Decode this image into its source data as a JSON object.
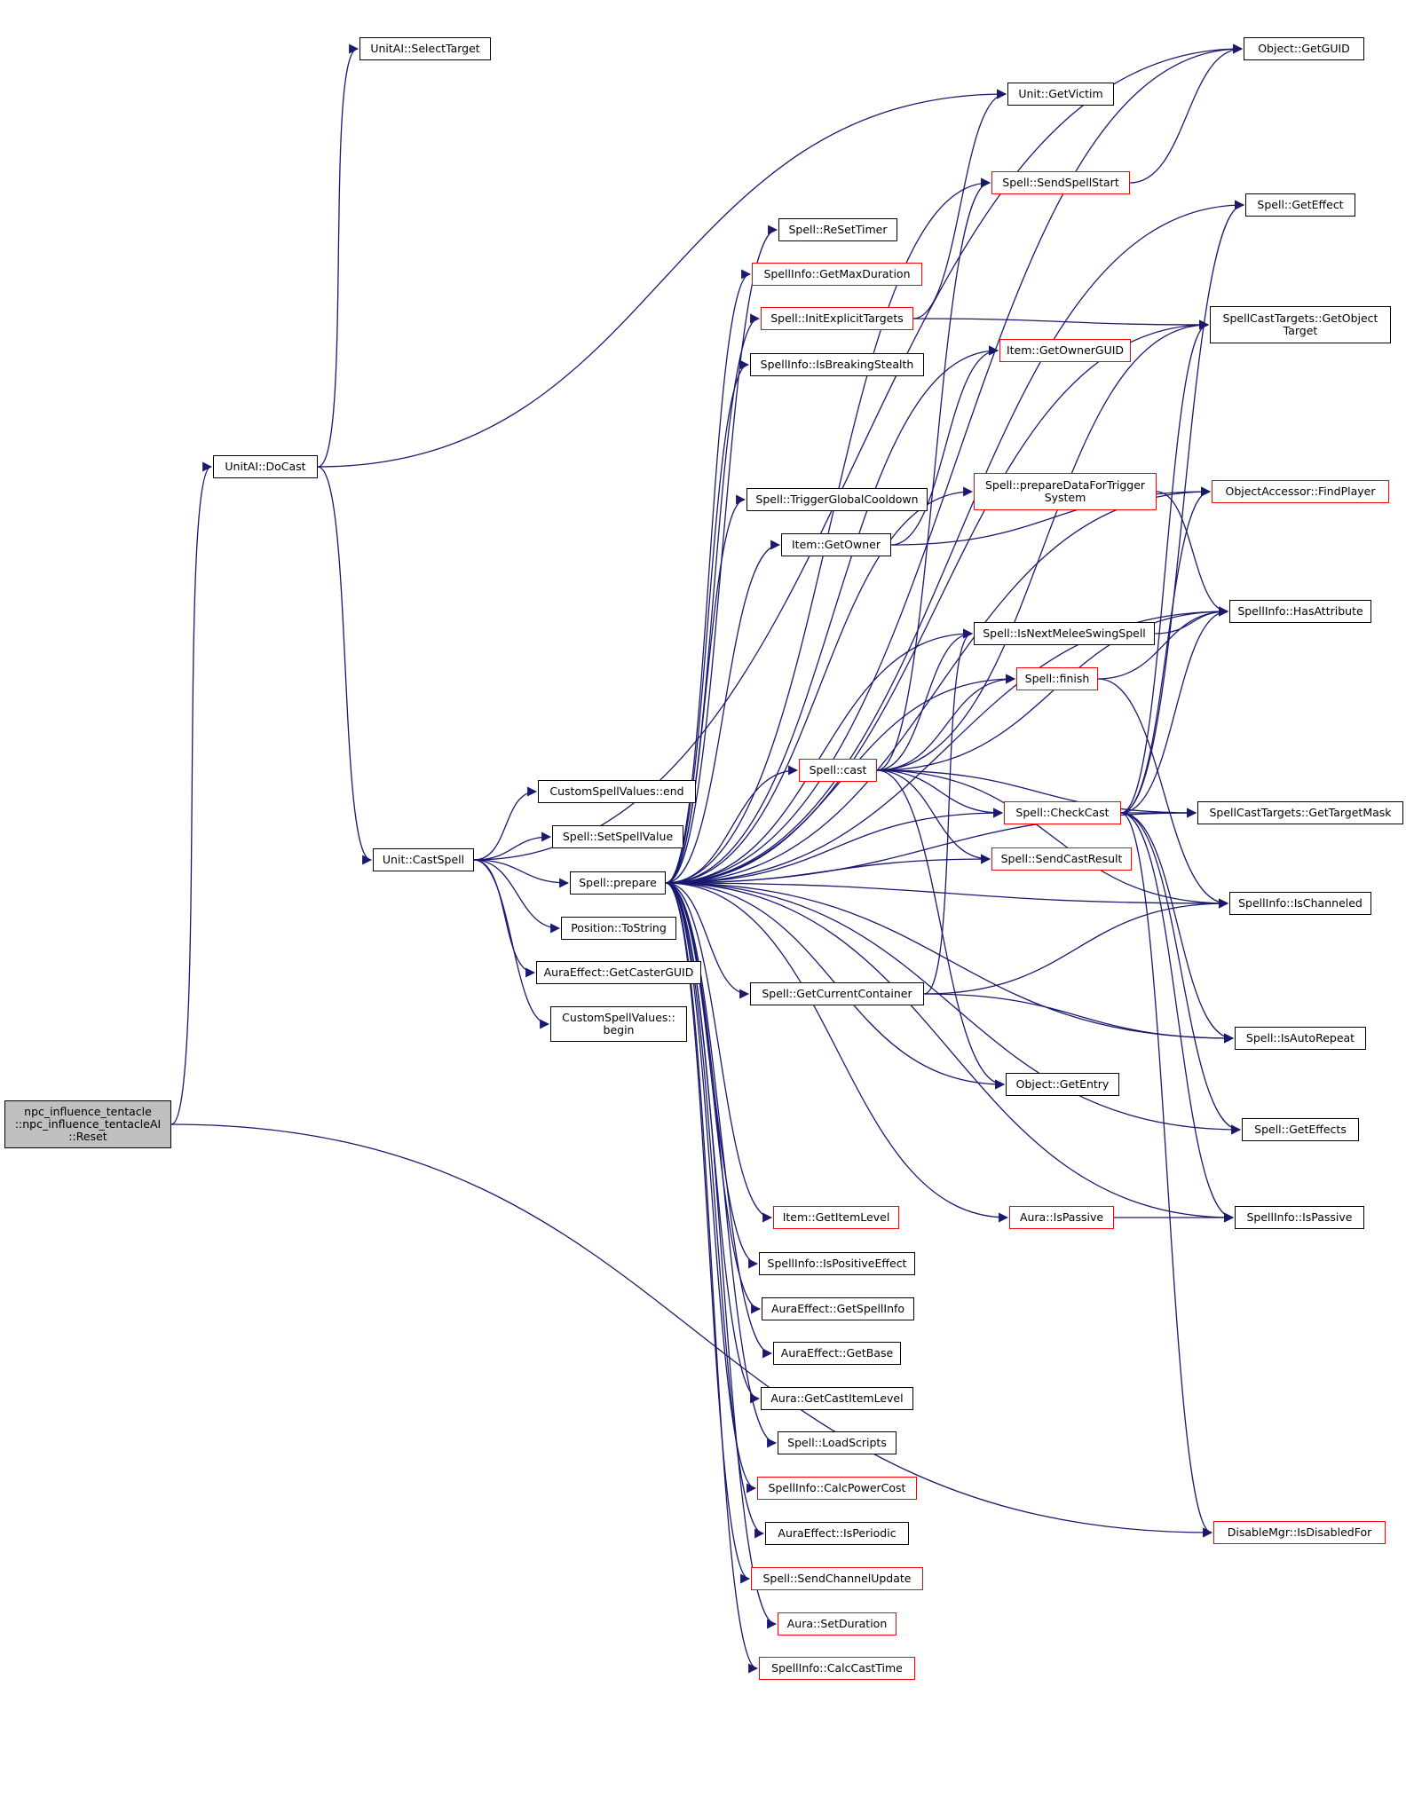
{
  "graph": {
    "colors": {
      "edge": "#191970",
      "node_border": "#000000",
      "node_border_highlight": "#ff0000",
      "root_fill": "#bfbfbf"
    },
    "nodes": [
      {
        "id": "root",
        "label": "npc_influence_tentacle\n::npc_influence_tentacleAI\n::Reset",
        "style": "root"
      },
      {
        "id": "selecttarget",
        "label": "UnitAI::SelectTarget",
        "style": "normal"
      },
      {
        "id": "docast",
        "label": "UnitAI::DoCast",
        "style": "normal"
      },
      {
        "id": "castspell",
        "label": "Unit::CastSpell",
        "style": "normal"
      },
      {
        "id": "csv_end",
        "label": "CustomSpellValues::end",
        "style": "normal"
      },
      {
        "id": "setspellvalue",
        "label": "Spell::SetSpellValue",
        "style": "normal"
      },
      {
        "id": "prepare",
        "label": "Spell::prepare",
        "style": "normal"
      },
      {
        "id": "tostring",
        "label": "Position::ToString",
        "style": "normal"
      },
      {
        "id": "getcasterguid",
        "label": "AuraEffect::GetCasterGUID",
        "style": "normal"
      },
      {
        "id": "csv_begin",
        "label": "CustomSpellValues::\nbegin",
        "style": "normal"
      },
      {
        "id": "resettimer",
        "label": "Spell::ReSetTimer",
        "style": "normal"
      },
      {
        "id": "getmaxduration",
        "label": "SpellInfo::GetMaxDuration",
        "style": "red"
      },
      {
        "id": "initexplicit",
        "label": "Spell::InitExplicitTargets",
        "style": "red"
      },
      {
        "id": "isbreakingstealth",
        "label": "SpellInfo::IsBreakingStealth",
        "style": "normal"
      },
      {
        "id": "triggergcd",
        "label": "Spell::TriggerGlobalCooldown",
        "style": "normal"
      },
      {
        "id": "item_getowner",
        "label": "Item::GetOwner",
        "style": "normal"
      },
      {
        "id": "spellcast",
        "label": "Spell::cast",
        "style": "red"
      },
      {
        "id": "getcurrentcontainer",
        "label": "Spell::GetCurrentContainer",
        "style": "normal"
      },
      {
        "id": "getitemlevel",
        "label": "Item::GetItemLevel",
        "style": "red"
      },
      {
        "id": "ispositiveeffect",
        "label": "SpellInfo::IsPositiveEffect",
        "style": "normal"
      },
      {
        "id": "getspellinfo",
        "label": "AuraEffect::GetSpellInfo",
        "style": "normal"
      },
      {
        "id": "getbase",
        "label": "AuraEffect::GetBase",
        "style": "normal"
      },
      {
        "id": "getcastitemlevel",
        "label": "Aura::GetCastItemLevel",
        "style": "normal"
      },
      {
        "id": "loadscripts",
        "label": "Spell::LoadScripts",
        "style": "normal"
      },
      {
        "id": "calcpowercost",
        "label": "SpellInfo::CalcPowerCost",
        "style": "red"
      },
      {
        "id": "isperiodic",
        "label": "AuraEffect::IsPeriodic",
        "style": "normal"
      },
      {
        "id": "sendchannelupdate",
        "label": "Spell::SendChannelUpdate",
        "style": "red"
      },
      {
        "id": "setduration",
        "label": "Aura::SetDuration",
        "style": "red"
      },
      {
        "id": "calccasttime",
        "label": "SpellInfo::CalcCastTime",
        "style": "red"
      },
      {
        "id": "unit_getvictim",
        "label": "Unit::GetVictim",
        "style": "normal"
      },
      {
        "id": "sendspellstart",
        "label": "Spell::SendSpellStart",
        "style": "red"
      },
      {
        "id": "item_getownerguid",
        "label": "Item::GetOwnerGUID",
        "style": "red"
      },
      {
        "id": "preparedatafortrigger",
        "label": "Spell::prepareDataForTrigger\nSystem",
        "style": "red"
      },
      {
        "id": "isnextmeleeswing",
        "label": "Spell::IsNextMeleeSwingSpell",
        "style": "normal"
      },
      {
        "id": "finish",
        "label": "Spell::finish",
        "style": "red"
      },
      {
        "id": "checkcast",
        "label": "Spell::CheckCast",
        "style": "red"
      },
      {
        "id": "sendcastresult",
        "label": "Spell::SendCastResult",
        "style": "red"
      },
      {
        "id": "getentry",
        "label": "Object::GetEntry",
        "style": "normal"
      },
      {
        "id": "aura_ispassive",
        "label": "Aura::IsPassive",
        "style": "red"
      },
      {
        "id": "getguid",
        "label": "Object::GetGUID",
        "style": "normal"
      },
      {
        "id": "geteffect",
        "label": "Spell::GetEffect",
        "style": "normal"
      },
      {
        "id": "getobjecttarget",
        "label": "SpellCastTargets::GetObject\nTarget",
        "style": "normal"
      },
      {
        "id": "findplayer",
        "label": "ObjectAccessor::FindPlayer",
        "style": "red"
      },
      {
        "id": "hasattribute",
        "label": "SpellInfo::HasAttribute",
        "style": "normal"
      },
      {
        "id": "gettargetmask",
        "label": "SpellCastTargets::GetTargetMask",
        "style": "normal"
      },
      {
        "id": "ischanneled",
        "label": "SpellInfo::IsChanneled",
        "style": "normal"
      },
      {
        "id": "isautorepeat",
        "label": "Spell::IsAutoRepeat",
        "style": "normal"
      },
      {
        "id": "geteffects",
        "label": "Spell::GetEffects",
        "style": "normal"
      },
      {
        "id": "spellinfo_ispassive",
        "label": "SpellInfo::IsPassive",
        "style": "normal"
      },
      {
        "id": "isdisabledfor",
        "label": "DisableMgr::IsDisabledFor",
        "style": "red"
      }
    ],
    "edges": [
      [
        "root",
        "docast"
      ],
      [
        "root",
        "isdisabledfor"
      ],
      [
        "docast",
        "selecttarget"
      ],
      [
        "docast",
        "unit_getvictim"
      ],
      [
        "docast",
        "castspell"
      ],
      [
        "castspell",
        "getguid"
      ],
      [
        "castspell",
        "csv_end"
      ],
      [
        "castspell",
        "setspellvalue"
      ],
      [
        "castspell",
        "prepare"
      ],
      [
        "castspell",
        "tostring"
      ],
      [
        "castspell",
        "getcasterguid"
      ],
      [
        "castspell",
        "csv_begin"
      ],
      [
        "prepare",
        "getguid"
      ],
      [
        "prepare",
        "sendspellstart"
      ],
      [
        "prepare",
        "geteffect"
      ],
      [
        "prepare",
        "resettimer"
      ],
      [
        "prepare",
        "getmaxduration"
      ],
      [
        "prepare",
        "initexplicit"
      ],
      [
        "prepare",
        "getobjecttarget"
      ],
      [
        "prepare",
        "item_getownerguid"
      ],
      [
        "prepare",
        "isbreakingstealth"
      ],
      [
        "prepare",
        "findplayer"
      ],
      [
        "prepare",
        "triggergcd"
      ],
      [
        "prepare",
        "item_getowner"
      ],
      [
        "prepare",
        "preparedatafortrigger"
      ],
      [
        "prepare",
        "hasattribute"
      ],
      [
        "prepare",
        "isnextmeleeswing"
      ],
      [
        "prepare",
        "finish"
      ],
      [
        "prepare",
        "spellcast"
      ],
      [
        "prepare",
        "checkcast"
      ],
      [
        "prepare",
        "sendcastresult"
      ],
      [
        "prepare",
        "gettargetmask"
      ],
      [
        "prepare",
        "ischanneled"
      ],
      [
        "prepare",
        "getcurrentcontainer"
      ],
      [
        "prepare",
        "getentry"
      ],
      [
        "prepare",
        "isautorepeat"
      ],
      [
        "prepare",
        "geteffects"
      ],
      [
        "prepare",
        "aura_ispassive"
      ],
      [
        "prepare",
        "getitemlevel"
      ],
      [
        "prepare",
        "ispositiveeffect"
      ],
      [
        "prepare",
        "getspellinfo"
      ],
      [
        "prepare",
        "getbase"
      ],
      [
        "prepare",
        "getcastitemlevel"
      ],
      [
        "prepare",
        "loadscripts"
      ],
      [
        "prepare",
        "calcpowercost"
      ],
      [
        "prepare",
        "isperiodic"
      ],
      [
        "prepare",
        "sendchannelupdate"
      ],
      [
        "prepare",
        "setduration"
      ],
      [
        "prepare",
        "calccasttime"
      ],
      [
        "prepare",
        "spellinfo_ispassive"
      ],
      [
        "initexplicit",
        "unit_getvictim"
      ],
      [
        "initexplicit",
        "getobjecttarget"
      ],
      [
        "item_getowner",
        "item_getownerguid"
      ],
      [
        "item_getowner",
        "findplayer"
      ],
      [
        "sendspellstart",
        "getguid"
      ],
      [
        "preparedatafortrigger",
        "hasattribute"
      ],
      [
        "isnextmeleeswing",
        "hasattribute"
      ],
      [
        "finish",
        "hasattribute"
      ],
      [
        "finish",
        "ischanneled"
      ],
      [
        "spellcast",
        "sendspellstart"
      ],
      [
        "spellcast",
        "getobjecttarget"
      ],
      [
        "spellcast",
        "hasattribute"
      ],
      [
        "spellcast",
        "isnextmeleeswing"
      ],
      [
        "spellcast",
        "finish"
      ],
      [
        "spellcast",
        "checkcast"
      ],
      [
        "spellcast",
        "sendcastresult"
      ],
      [
        "spellcast",
        "gettargetmask"
      ],
      [
        "spellcast",
        "ischanneled"
      ],
      [
        "spellcast",
        "getentry"
      ],
      [
        "checkcast",
        "geteffect"
      ],
      [
        "checkcast",
        "getobjecttarget"
      ],
      [
        "checkcast",
        "findplayer"
      ],
      [
        "checkcast",
        "hasattribute"
      ],
      [
        "checkcast",
        "gettargetmask"
      ],
      [
        "checkcast",
        "isautorepeat"
      ],
      [
        "checkcast",
        "geteffects"
      ],
      [
        "checkcast",
        "spellinfo_ispassive"
      ],
      [
        "checkcast",
        "isdisabledfor"
      ],
      [
        "getcurrentcontainer",
        "isnextmeleeswing"
      ],
      [
        "getcurrentcontainer",
        "ischanneled"
      ],
      [
        "getcurrentcontainer",
        "isautorepeat"
      ],
      [
        "aura_ispassive",
        "spellinfo_ispassive"
      ]
    ]
  }
}
